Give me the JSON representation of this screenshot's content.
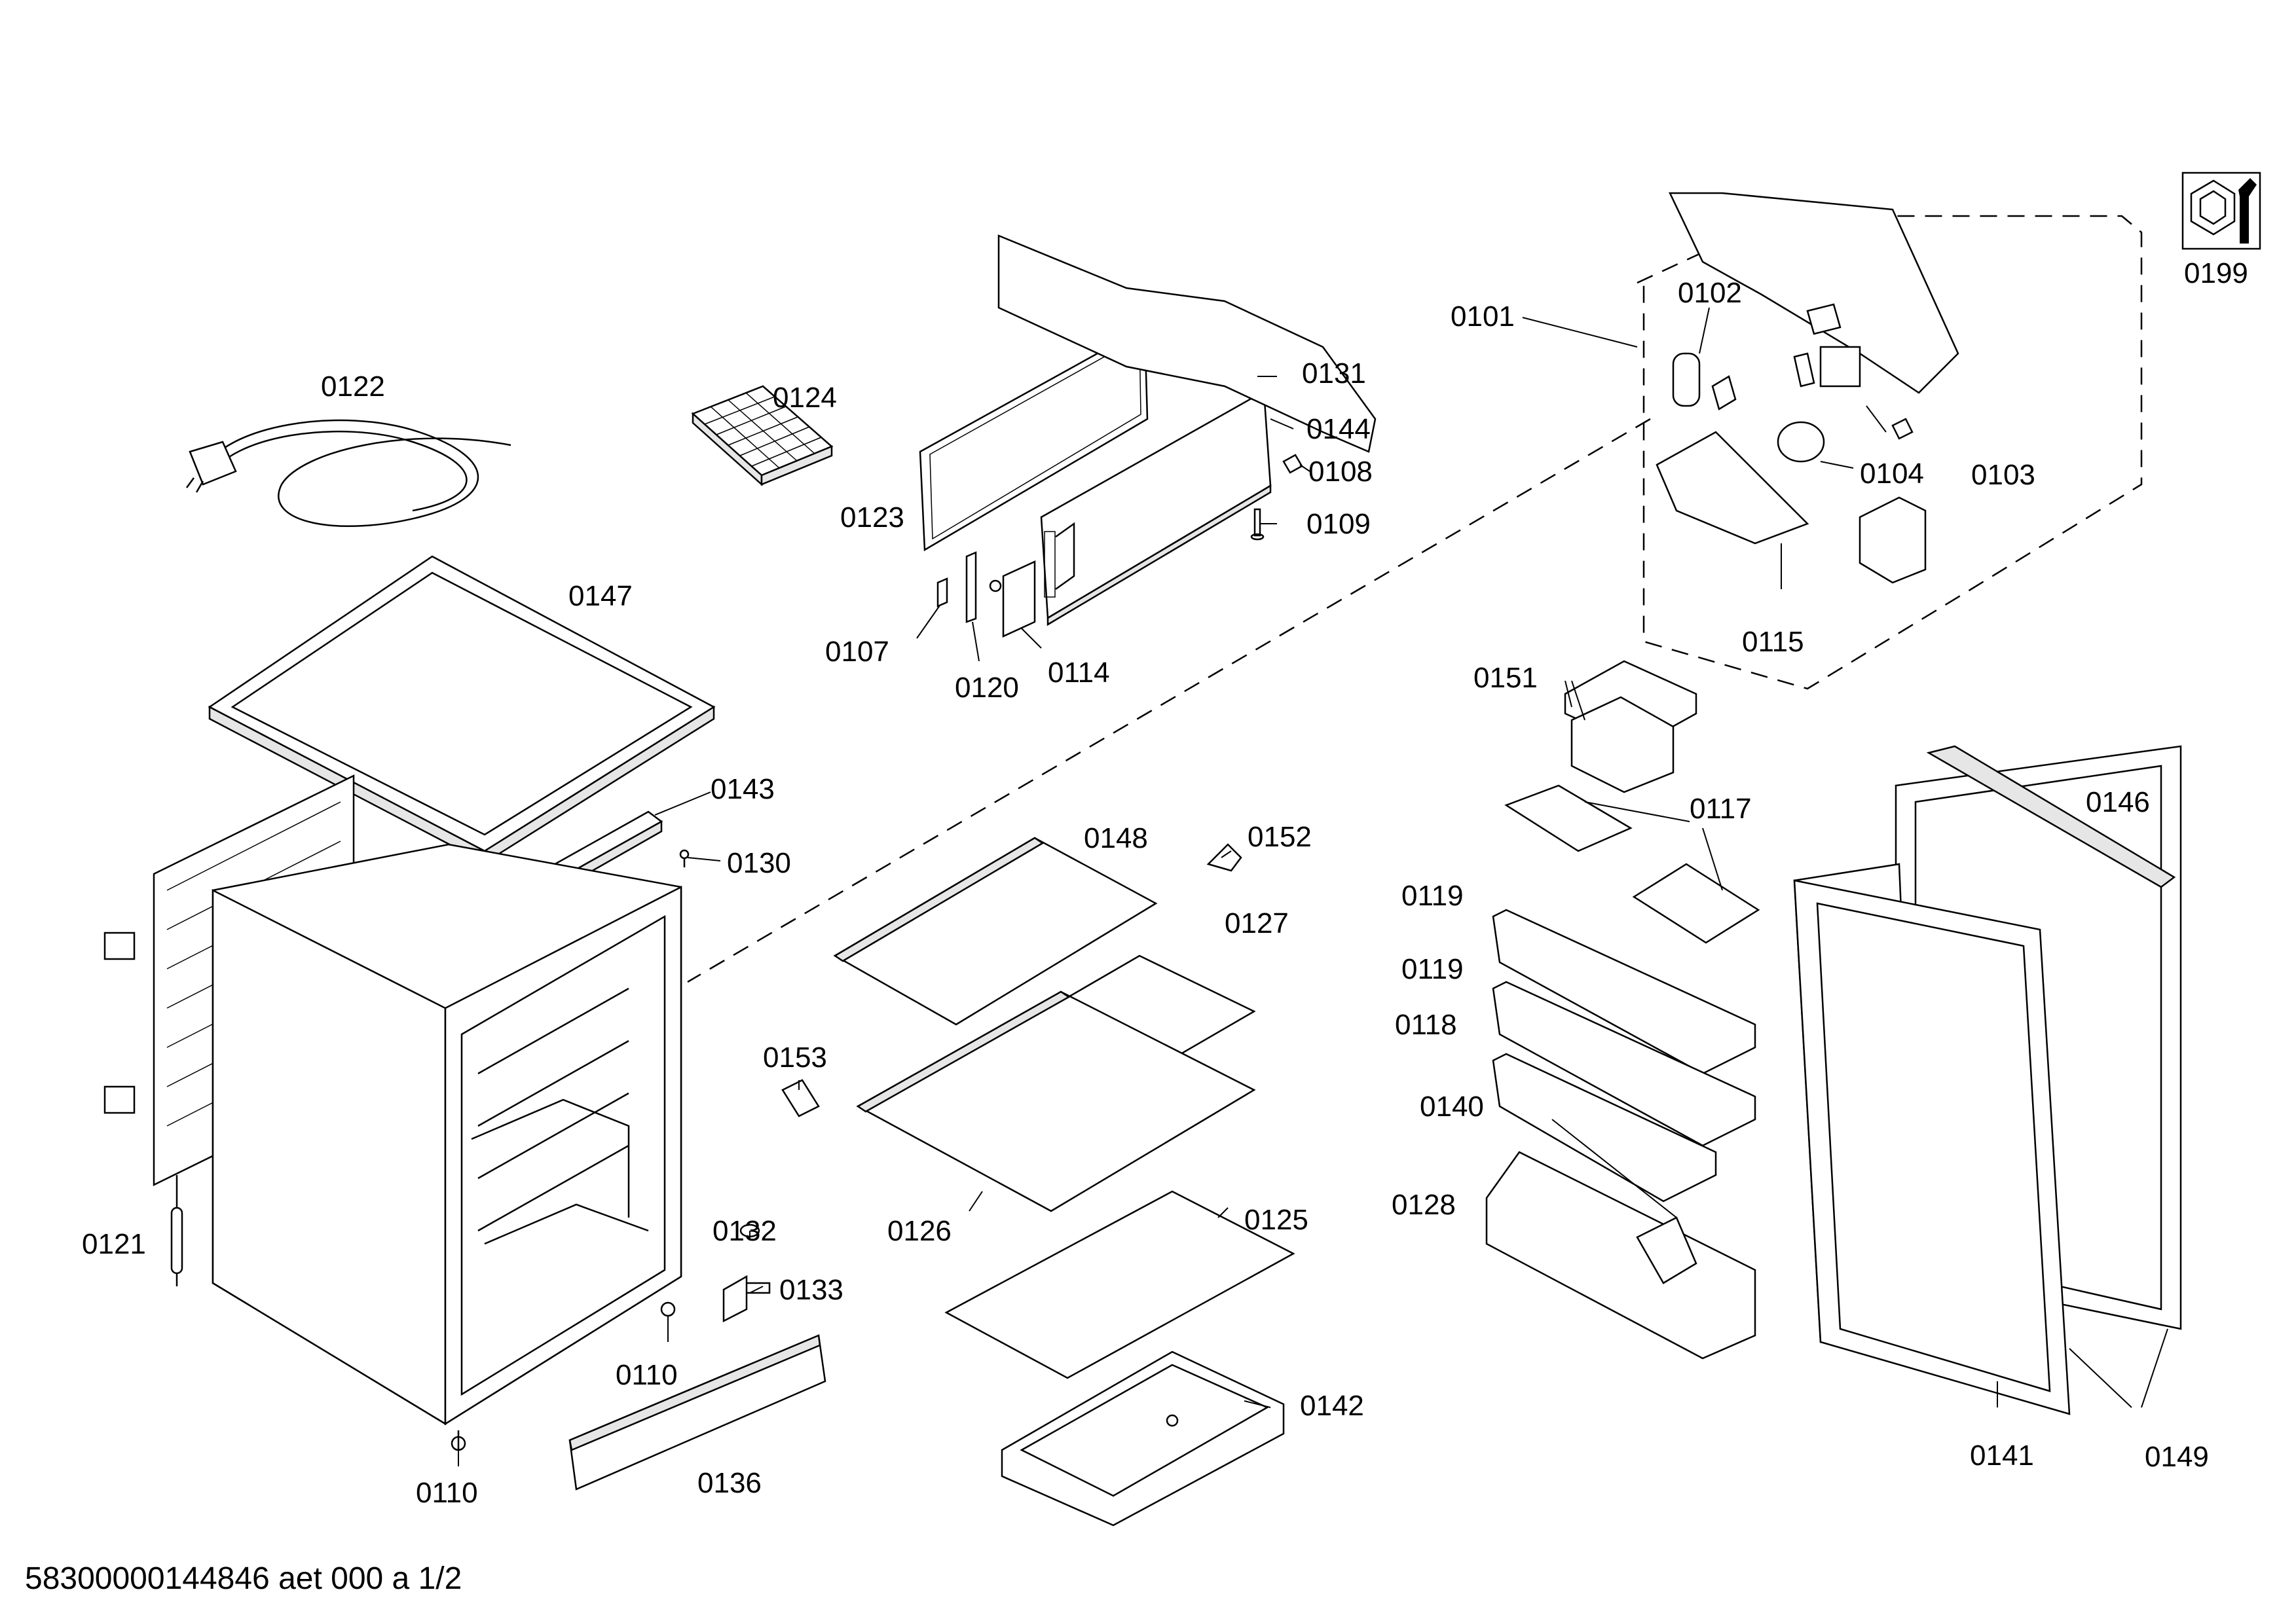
{
  "document": {
    "footer_code": "58300000144846 aet 000 a 1/2"
  },
  "parts": {
    "p0101": "0101",
    "p0102": "0102",
    "p0103": "0103",
    "p0104": "0104",
    "p0107": "0107",
    "p0108": "0108",
    "p0109": "0109",
    "p0110a": "0110",
    "p0110b": "0110",
    "p0114": "0114",
    "p0115": "0115",
    "p0117": "0117",
    "p0118": "0118",
    "p0119a": "0119",
    "p0119b": "0119",
    "p0120": "0120",
    "p0121": "0121",
    "p0122": "0122",
    "p0123": "0123",
    "p0124": "0124",
    "p0125": "0125",
    "p0126": "0126",
    "p0127": "0127",
    "p0128": "0128",
    "p0130": "0130",
    "p0131": "0131",
    "p0132": "0132",
    "p0133": "0133",
    "p0136": "0136",
    "p0140": "0140",
    "p0141": "0141",
    "p0142": "0142",
    "p0143": "0143",
    "p0144": "0144",
    "p0146": "0146",
    "p0147": "0147",
    "p0148": "0148",
    "p0149": "0149",
    "p0151": "0151",
    "p0152": "0152",
    "p0153": "0153",
    "p0199": "0199"
  },
  "icons": {
    "tool_icon": "nut-and-wrench-icon"
  }
}
